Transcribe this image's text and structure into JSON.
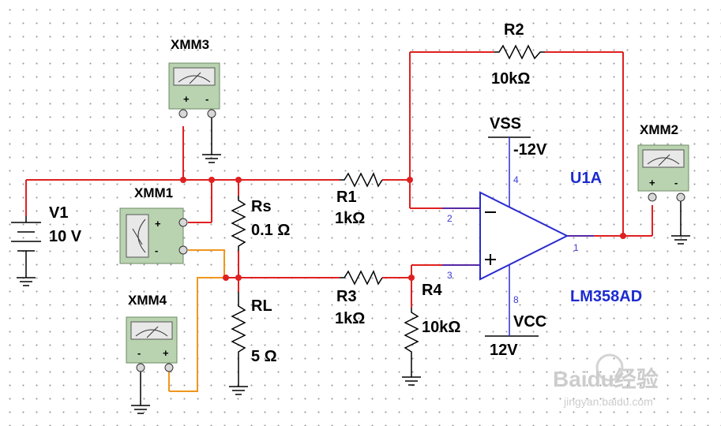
{
  "components": {
    "V1": {
      "ref": "V1",
      "value": "10 V"
    },
    "Rs": {
      "ref": "Rs",
      "value": "0.1 Ω"
    },
    "RL": {
      "ref": "RL",
      "value": "5 Ω"
    },
    "R1": {
      "ref": "R1",
      "value": "1kΩ"
    },
    "R2": {
      "ref": "R2",
      "value": "10kΩ"
    },
    "R3": {
      "ref": "R3",
      "value": "1kΩ"
    },
    "R4": {
      "ref": "R4",
      "value": "10kΩ"
    },
    "U1A": {
      "ref": "U1A",
      "model": "LM358AD",
      "pin_in_minus": "2",
      "pin_in_plus": "3",
      "pin_out": "1",
      "pin_vss": "4",
      "pin_vcc": "8"
    },
    "VSS": {
      "name": "VSS",
      "value": "-12V"
    },
    "VCC": {
      "name": "VCC",
      "value": "12V"
    }
  },
  "multimeters": {
    "XMM1": {
      "label": "XMM1",
      "plus": "+",
      "minus": "-"
    },
    "XMM2": {
      "label": "XMM2",
      "plus": "+",
      "minus": "-"
    },
    "XMM3": {
      "label": "XMM3",
      "plus": "+",
      "minus": "-"
    },
    "XMM4": {
      "label": "XMM4",
      "plus": "+",
      "minus": "-"
    }
  },
  "watermark": {
    "brand": "Baidu经验",
    "url": "jingyan.baidu.com"
  },
  "colors": {
    "wire": "#e02020",
    "probe_wire": "#f0961e",
    "component": "#000000",
    "refdes": "#1c2bd0",
    "meter_body": "#b9d3b0"
  }
}
